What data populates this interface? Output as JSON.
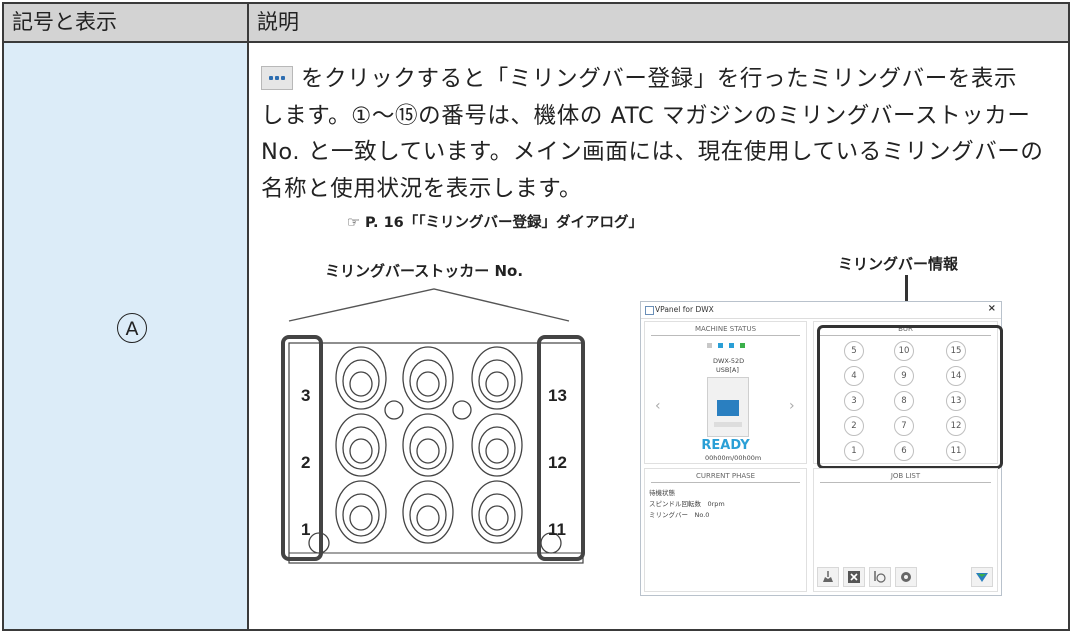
{
  "table": {
    "header_symbol": "記号と表示",
    "header_description": "説明",
    "row_symbol": "A"
  },
  "description": {
    "line1": "をクリックすると「ミリングバー登録」を行ったミリングバーを表示",
    "line2": "します。①〜⑮の番号は、機体の ATC マガジンのミリングバーストッカー",
    "line3": "No. と一致しています。メイン画面には、現在使用しているミリングバーの",
    "line4": "名称と使用状況を表示します。",
    "reference": "☞ P. 16「「ミリングバー登録」ダイアログ」"
  },
  "figure": {
    "stocker_label": "ミリングバーストッカー No.",
    "bur_info_label": "ミリングバー情報",
    "stocker_numbers_left": [
      "3",
      "2",
      "1"
    ],
    "stocker_numbers_right": [
      "13",
      "12",
      "11"
    ]
  },
  "vpanel": {
    "title": "VPanel for DWX",
    "close": "×",
    "machine_status_header": "MACHINE STATUS",
    "model": "DWX-52D",
    "port": "USB[A]",
    "status": "READY",
    "time": "00h00m/00h00m",
    "bur_header": "BUR",
    "bur_numbers": [
      [
        "5",
        "10",
        "15"
      ],
      [
        "4",
        "9",
        "14"
      ],
      [
        "3",
        "8",
        "13"
      ],
      [
        "2",
        "7",
        "12"
      ],
      [
        "1",
        "6",
        "11"
      ]
    ],
    "current_phase_header": "CURRENT PHASE",
    "phase_line1": "待機状態",
    "phase_line2": "スピンドル回転数　0rpm",
    "phase_line3": "ミリングバー　No.0",
    "job_list_header": "JOB LIST",
    "status_colors": [
      "#c8c8c8",
      "#2a9fd6",
      "#2a9fd6",
      "#3bb04a"
    ]
  }
}
